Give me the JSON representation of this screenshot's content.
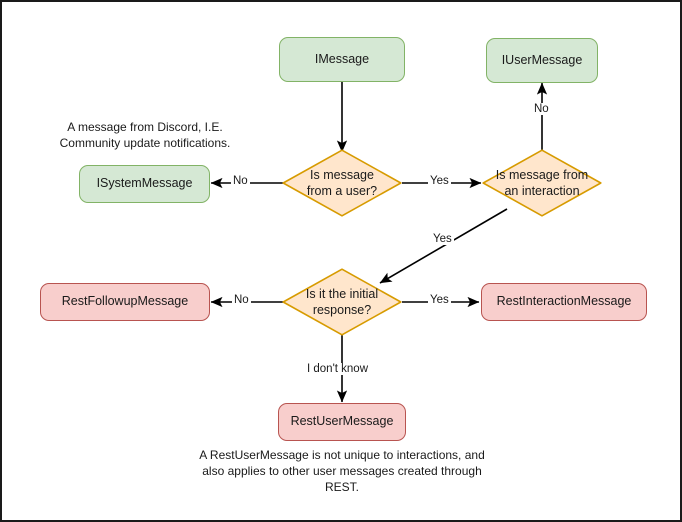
{
  "diagram": {
    "type": "flowchart",
    "title": "Discord message type decision flowchart",
    "colors": {
      "green_fill": "#d5e8d4",
      "green_stroke": "#82b366",
      "pink_fill": "#f8cecc",
      "pink_stroke": "#b85450",
      "diamond_fill": "#ffe6cc",
      "diamond_stroke": "#d79b00",
      "edge_stroke": "#000000",
      "canvas_border": "#1a1a1a"
    },
    "nodes": {
      "imessage": {
        "label": "IMessage",
        "shape": "rounded-rect",
        "style": "green"
      },
      "iusermessage": {
        "label": "IUserMessage",
        "shape": "rounded-rect",
        "style": "green"
      },
      "isystemmessage": {
        "label": "ISystemMessage",
        "shape": "rounded-rect",
        "style": "green"
      },
      "restfollowupmessage": {
        "label": "RestFollowupMessage",
        "shape": "rounded-rect",
        "style": "pink"
      },
      "restinteractionmessage": {
        "label": "RestInteractionMessage",
        "shape": "rounded-rect",
        "style": "pink"
      },
      "restusermessage": {
        "label": "RestUserMessage",
        "shape": "rounded-rect",
        "style": "pink"
      },
      "decision_user": {
        "label": "Is message from a user?",
        "shape": "diamond",
        "style": "orange"
      },
      "decision_interaction": {
        "label": "Is message from an interaction",
        "shape": "diamond",
        "style": "orange"
      },
      "decision_initial": {
        "label": "Is it the initial response?",
        "shape": "diamond",
        "style": "orange"
      }
    },
    "edge_labels": {
      "user_no": "No",
      "user_yes": "Yes",
      "interaction_no": "No",
      "interaction_yes": "Yes",
      "initial_no": "No",
      "initial_yes": "Yes",
      "initial_unknown": "I don't know"
    },
    "notes": {
      "system_message_note": "A message from Discord, I.E. Community update notifications.",
      "rest_user_message_note": "A RestUserMessage is not unique to interactions, and also applies to other user messages created through REST."
    }
  }
}
